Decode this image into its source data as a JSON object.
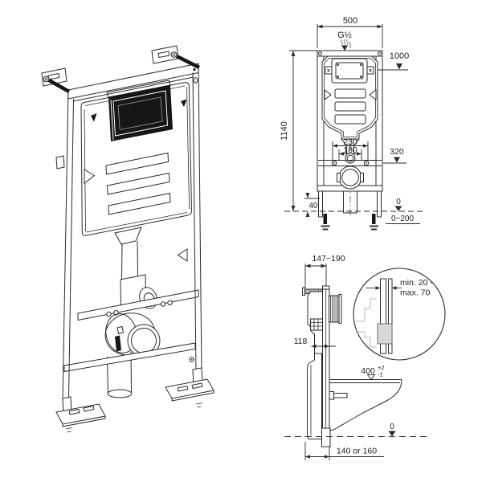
{
  "figure": {
    "front_view": {
      "dim_width": "500",
      "water_connection": "G½",
      "dim_top": "1000",
      "dim_height": "1140",
      "dim_bolt_outer": "230",
      "dim_bolt_inner": "180",
      "dim_flush_elbow": "320",
      "dim_base": "40",
      "level_zero": "0",
      "dim_foot_range": "0~200"
    },
    "side_view": {
      "dim_bracket_range": "147~190",
      "dim_depth": "118",
      "detail_wall_min": "min. 20 -",
      "detail_wall_max": "max. 70",
      "dim_rim_height": "400",
      "dim_rim_tol_plus": "+2",
      "dim_rim_tol_minus": "-1",
      "level_zero": "0",
      "dim_outlet": "140 or 160"
    }
  }
}
